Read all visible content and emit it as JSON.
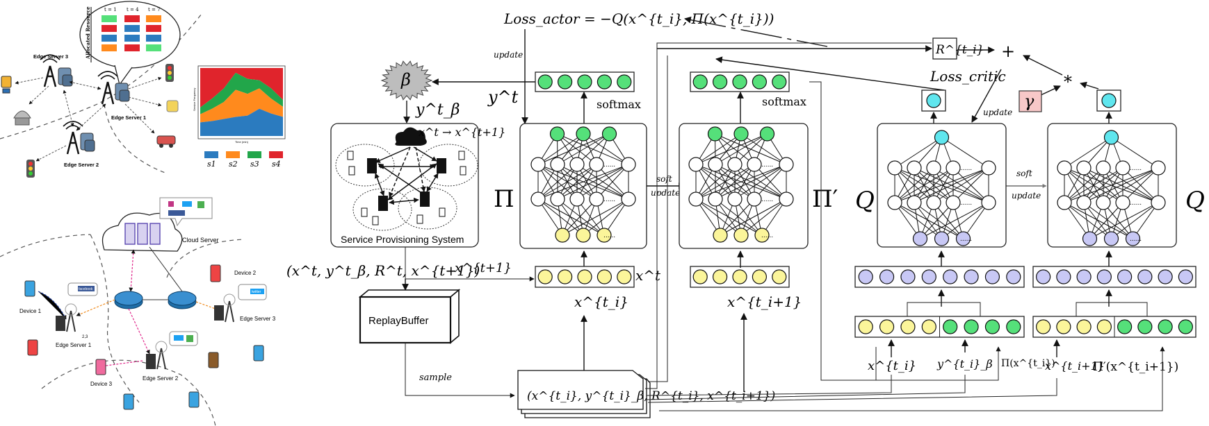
{
  "colors": {
    "green": "#55e07a",
    "yellow": "#fbf59a",
    "purple": "#c8c8f5",
    "cyan": "#5fe6ee",
    "gamma_fill": "#f8c8c8",
    "beta_fill": "#bdbdbd",
    "area_s1": "#2b7bbf",
    "area_s2": "#ff8a1d",
    "area_s3": "#22a64a",
    "area_s4": "#e0242c"
  },
  "left_top": {
    "edge_server_3": "Edge Server 3",
    "edge_server_1": "Edge Server 1",
    "edge_server_2": "Edge Server 2",
    "bubble_axis": "Allocated Resource",
    "bubble_t1": "t = 1",
    "bubble_t4": "t = 4",
    "bubble_t7": "t = 7",
    "chart_xlabel": "Time (min)",
    "chart_ylabel": "Service Frequency",
    "legend": [
      "s1",
      "s2",
      "s3",
      "s4"
    ]
  },
  "left_bottom": {
    "cloud_server": "Cloud Server",
    "device_1": "Device 1",
    "device_2": "Device 2",
    "device_3": "Device 3",
    "edge_server_1": "Edge Server 1",
    "edge_server_2": "Edge Server 2",
    "edge_server_3": "Edge Server 3",
    "label_23": "2,3",
    "facebook": "facebook",
    "twitter": "twitter"
  },
  "main": {
    "loss_actor": "Loss_actor = −Q(x^{t_i}, Π(x^{t_i}))",
    "update": "update",
    "beta": "β",
    "y_t": "y^t",
    "y_beta_t": "y^t_β",
    "softmax": "softmax",
    "softmax2": "softmax",
    "sps_arrow": "x^t → x^{t+1}",
    "sps_label": "Service Provisioning System",
    "pi": "Π",
    "pi_prime": "Π′",
    "soft": "soft",
    "soft_update": "update",
    "tuple_left": "(x^t, y^t_β, R^t, x^{t+1})",
    "x_t_plus1": "x^{t+1}",
    "x_t": "x^t",
    "x_ti": "x^{t_i}",
    "x_ti_plus1": "x^{t_i+1}",
    "replay_buffer": "ReplayBuffer",
    "sample": "sample",
    "sample_tuple": "(x^{t_i}, y^{t_i}_β, R^{t_i}, x^{t_i+1})",
    "r_ti": "R^{t_i}",
    "plus": "+",
    "times": "*",
    "loss_critic": "Loss_critic",
    "gamma": "γ",
    "update_critic": "update",
    "q_left": "Q",
    "q_right": "Q",
    "soft2": "soft",
    "update2": "update",
    "bottom_x_ti": "x^{t_i}",
    "bottom_y_beta": "y^{t_i}_β",
    "bottom_pi": "Π(x^{t_i})",
    "bottom_x_ti1": "x^{t_i+1}",
    "bottom_pi_prime": "Π′(x^{t_i+1})",
    "dots": "......"
  }
}
